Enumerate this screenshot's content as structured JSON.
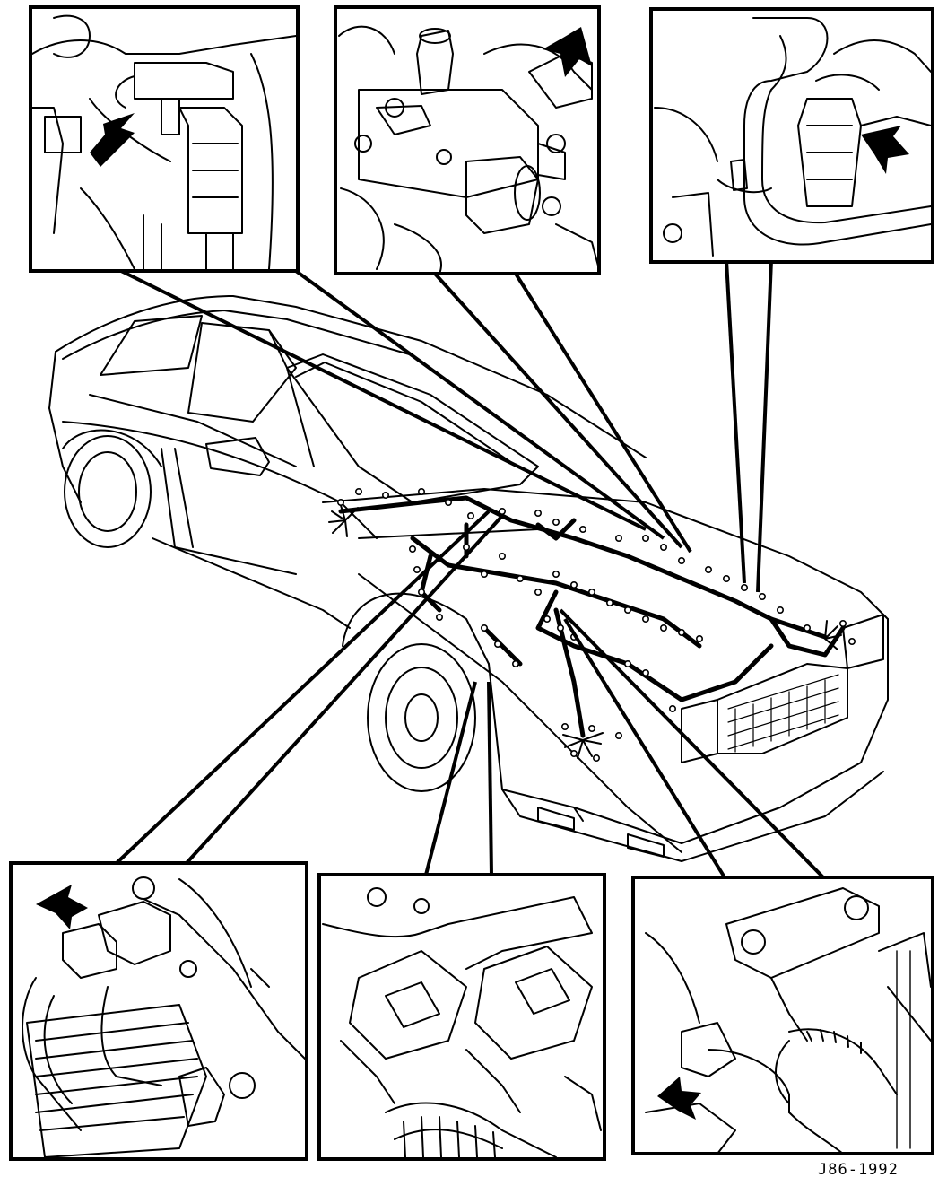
{
  "figure": {
    "reference": "J86-1992",
    "panels": [
      {
        "id": "injector-connector",
        "arrow": "pointer-arrow"
      },
      {
        "id": "thermostat-housing-sensor",
        "arrow": "pointer-arrow"
      },
      {
        "id": "hose-switch-sensor",
        "arrow": "pointer-arrow"
      },
      {
        "id": "bracket-sensor-connector",
        "arrow": "pointer-arrow"
      },
      {
        "id": "twin-module-units",
        "arrow": "none"
      },
      {
        "id": "engine-block-sensor",
        "arrow": "pointer-arrow"
      }
    ],
    "colors": {
      "ink": "#000000",
      "paper": "#ffffff"
    }
  }
}
